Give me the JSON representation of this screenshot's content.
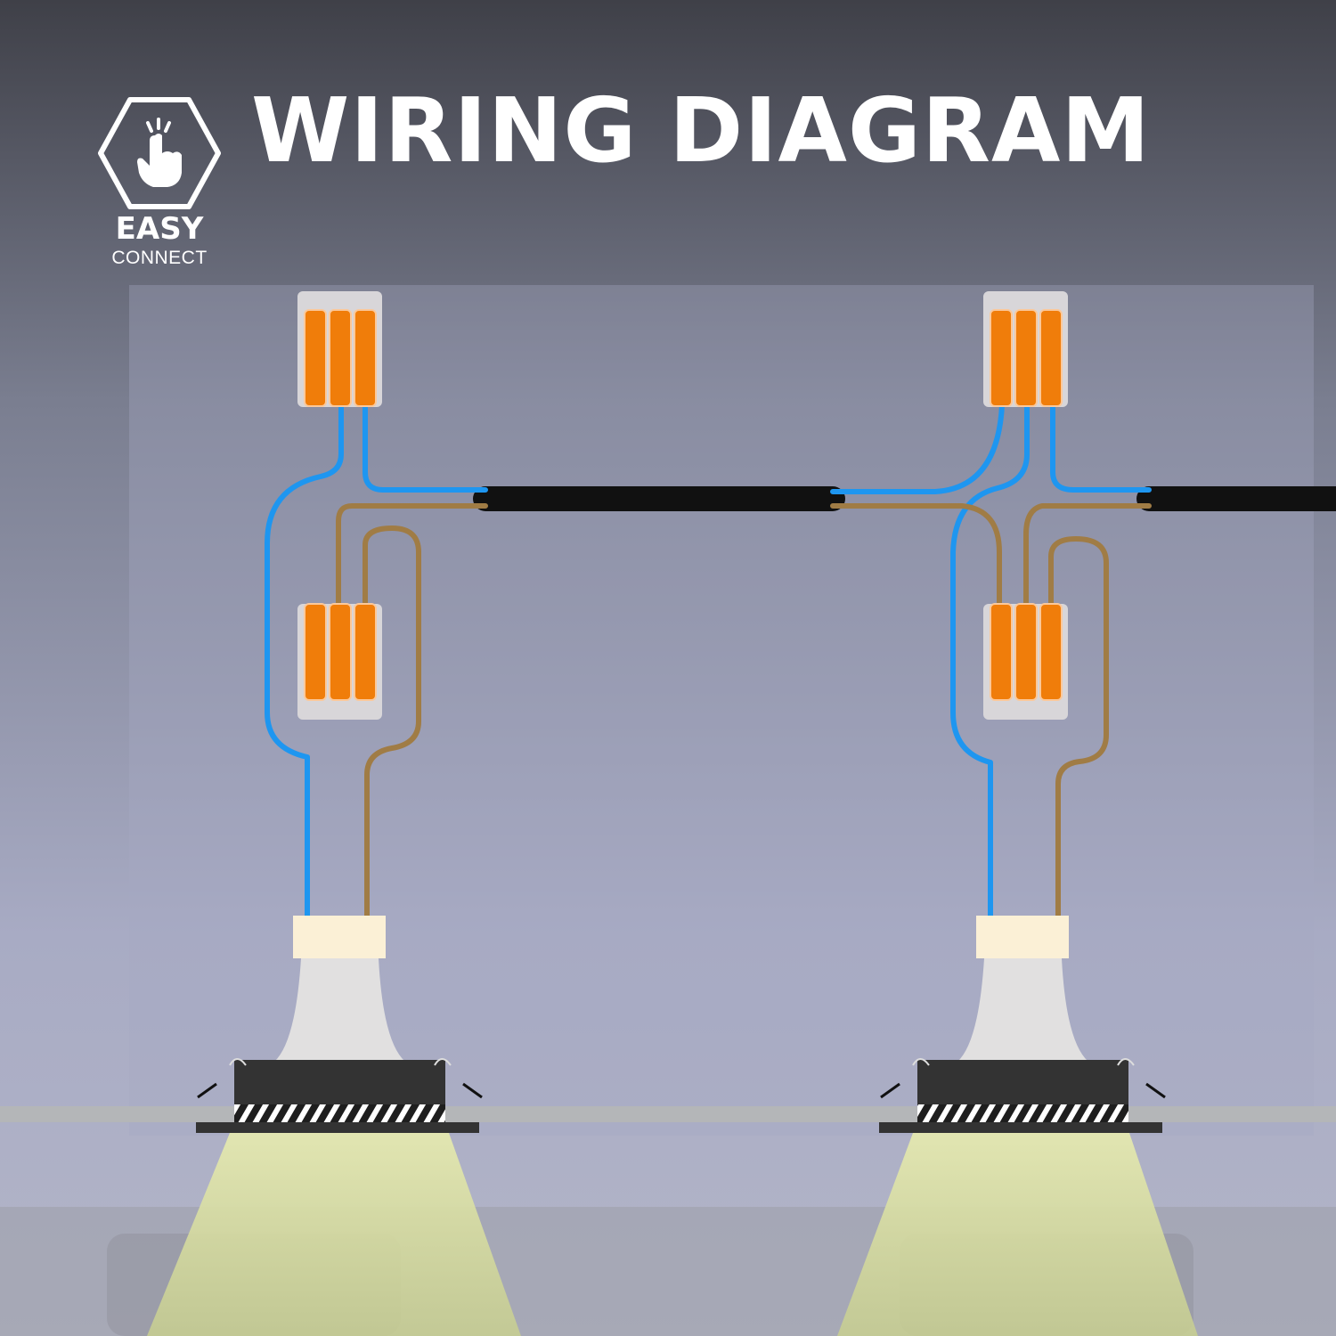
{
  "title": "WIRING DIAGRAM",
  "badge": {
    "line1": "EASY",
    "line2": "CONNECT",
    "icon": "hand-tap-icon"
  },
  "colors": {
    "neutral_wire": "#1e96f0",
    "live_wire": "#a07c45",
    "cable_sheath": "#111111",
    "connector_lever": "#f07d0a",
    "connector_body": "#d8d6d9",
    "light_beam": "#d8e0a0",
    "title_text": "#ffffff"
  },
  "diagram": {
    "fixture_count": 2,
    "connectors_per_fixture": 2,
    "levers_per_connector": 3
  }
}
